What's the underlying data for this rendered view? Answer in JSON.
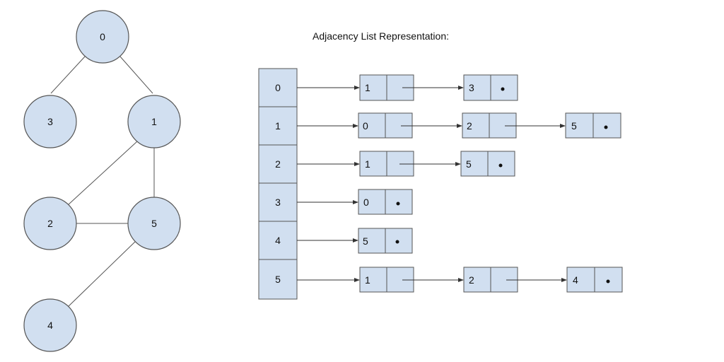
{
  "title": "Adjacency List Representation:",
  "graph": {
    "nodes": [
      "0",
      "3",
      "1",
      "2",
      "5",
      "4"
    ],
    "edges": [
      [
        "0",
        "3"
      ],
      [
        "0",
        "1"
      ],
      [
        "1",
        "2"
      ],
      [
        "1",
        "5"
      ],
      [
        "2",
        "5"
      ],
      [
        "5",
        "4"
      ]
    ]
  },
  "adjacency": [
    {
      "vertex": "0",
      "neighbors": [
        "1",
        "3"
      ]
    },
    {
      "vertex": "1",
      "neighbors": [
        "0",
        "2",
        "5"
      ]
    },
    {
      "vertex": "2",
      "neighbors": [
        "1",
        "5"
      ]
    },
    {
      "vertex": "3",
      "neighbors": [
        "0"
      ]
    },
    {
      "vertex": "4",
      "neighbors": [
        "5"
      ]
    },
    {
      "vertex": "5",
      "neighbors": [
        "1",
        "2",
        "4"
      ]
    }
  ],
  "colors": {
    "node_fill": "#d1dff0",
    "stroke": "#555555",
    "text": "#111111"
  }
}
